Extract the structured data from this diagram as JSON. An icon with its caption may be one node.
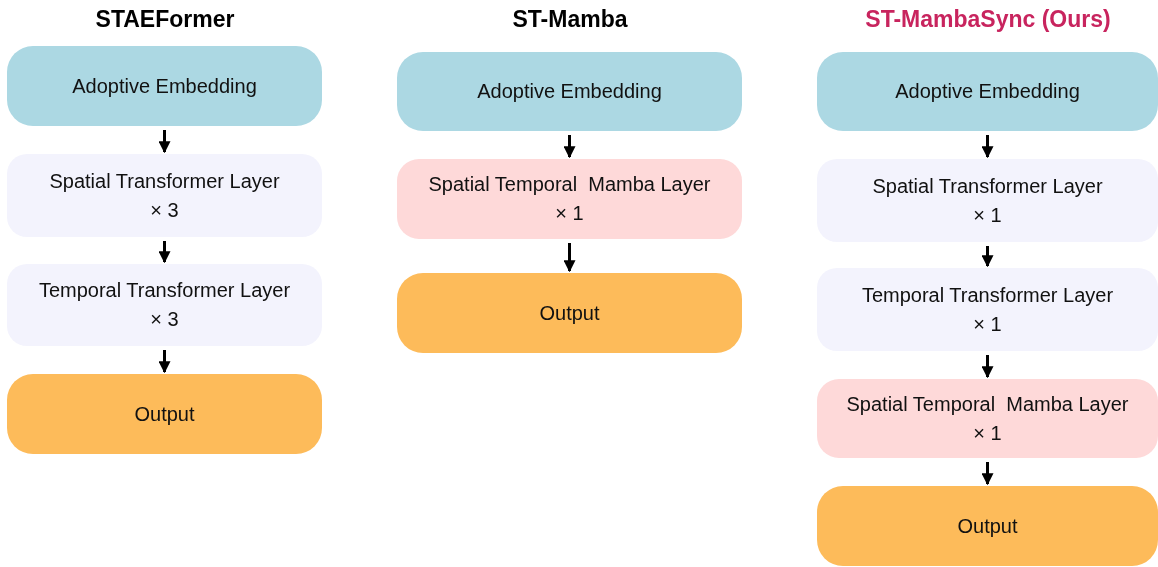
{
  "diagram": {
    "nodes": [
      {
        "text": [
          "Adoptive Embedding"
        ]
      },
      {
        "text": [
          "Spatial Transformer Layer",
          "× 3"
        ]
      },
      {
        "text": [
          "Temporal Transformer Layer",
          "× 3"
        ]
      },
      {
        "text": [
          "Output"
        ]
      },
      {
        "text": [
          "Adoptive Embedding"
        ]
      },
      {
        "text": [
          "Spatial Temporal  Mamba Layer",
          "× 1"
        ]
      },
      {
        "text": [
          "Output"
        ]
      },
      {
        "text": [
          "Adoptive Embedding"
        ]
      },
      {
        "text": [
          "Spatial Transformer Layer",
          "× 1"
        ]
      },
      {
        "text": [
          "Temporal Transformer Layer",
          "× 1"
        ]
      },
      {
        "text": [
          "Spatial Temporal  Mamba Layer",
          "× 1"
        ]
      },
      {
        "text": [
          "Output"
        ]
      }
    ],
    "edges": [
      {
        "from": 0,
        "to": 1,
        "arrow": "to"
      },
      {
        "from": 1,
        "to": 2,
        "arrow": "to"
      },
      {
        "from": 2,
        "to": 3,
        "arrow": "to"
      },
      {
        "from": 4,
        "to": 5,
        "arrow": "to"
      },
      {
        "from": 5,
        "to": 6,
        "arrow": "to"
      },
      {
        "from": 7,
        "to": 8,
        "arrow": "to"
      },
      {
        "from": 8,
        "to": 9,
        "arrow": "to"
      },
      {
        "from": 9,
        "to": 10,
        "arrow": "to"
      },
      {
        "from": 10,
        "to": 11,
        "arrow": "to"
      }
    ],
    "labels": [
      "STAEFormer",
      "ST-Mamba",
      "ST-MambaSync (Ours)"
    ]
  }
}
